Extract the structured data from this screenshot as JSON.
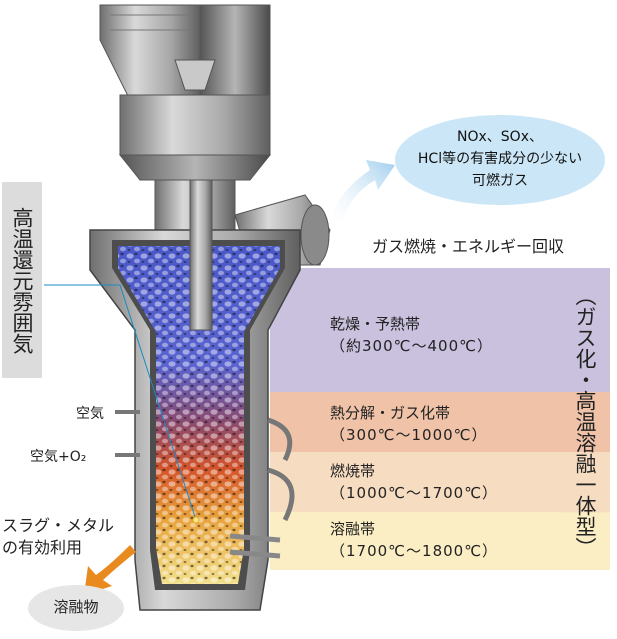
{
  "cloud": {
    "line1": "NOx、SOx、",
    "line2": "HCl等の有害成分の少ない",
    "line3": "可燃ガス"
  },
  "energy_recovery": "ガス燃焼・エネルギー回収",
  "atmosphere_label": "高温還元雰囲気",
  "type_label": "（ガス化・高温溶融一体型）",
  "zones": [
    {
      "name": "乾燥・予熱帯",
      "temp": "（約300℃～400℃）",
      "color": "#c9c1dd"
    },
    {
      "name": "熱分解・ガス化帯",
      "temp": "（300℃～1000℃）",
      "color": "#f0c3a8"
    },
    {
      "name": "燃焼帯",
      "temp": "（1000℃～1700℃）",
      "color": "#f6dcc0"
    },
    {
      "name": "溶融帯",
      "temp": "（1700℃～1800℃）",
      "color": "#fbeec4"
    }
  ],
  "inputs": {
    "air": "空気",
    "air_o2": "空気+O₂"
  },
  "slag": {
    "line1": "スラグ・メタル",
    "line2": "の有効利用"
  },
  "molten_product": "溶融物",
  "colors": {
    "cloud": "#cbe6f6",
    "arrow_blue": "#a9d3ee",
    "arrow_orange": "#e98a1e",
    "furnace_gray": "#9a9a9a"
  }
}
